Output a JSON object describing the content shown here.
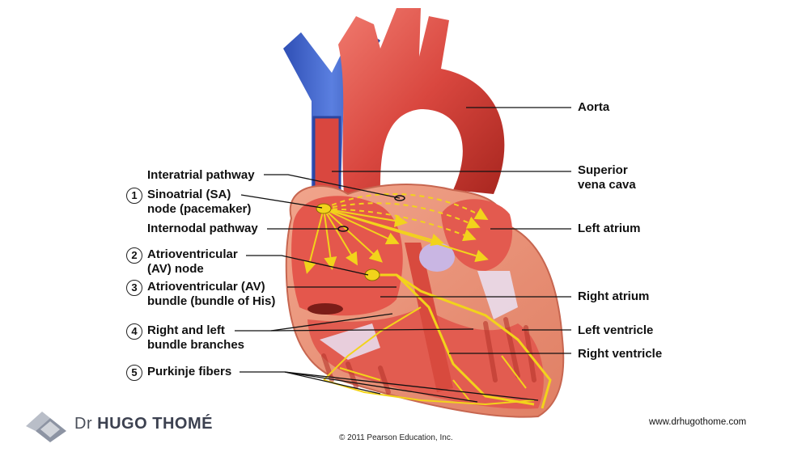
{
  "labels": {
    "aorta": "Aorta",
    "superior_vena_cava": "Superior\nvena cava",
    "left_atrium": "Left atrium",
    "right_atrium": "Right atrium",
    "left_ventricle": "Left ventricle",
    "right_ventricle": "Right ventricle",
    "interatrial_pathway": "Interatrial pathway",
    "sa_node": "Sinoatrial (SA)\nnode (pacemaker)",
    "internodal_pathway": "Internodal pathway",
    "av_node": "Atrioventricular\n(AV) node",
    "av_bundle": "Atrioventricular (AV)\nbundle (bundle of His)",
    "bundle_branches": "Right and left\nbundle branches",
    "purkinje": "Purkinje fibers"
  },
  "step_numbers": [
    "1",
    "2",
    "3",
    "4",
    "5"
  ],
  "copyright": "© 2011 Pearson Education, Inc.",
  "brand": {
    "prefix": "Dr ",
    "name": "HUGO THOMÉ"
  },
  "website": "www.drhugothome.com",
  "colors": {
    "heart_red": "#d9473f",
    "vein_blue": "#3b5fc4",
    "conduction_yellow": "#f2d31b",
    "valve_lavender": "#c9b6e3"
  }
}
